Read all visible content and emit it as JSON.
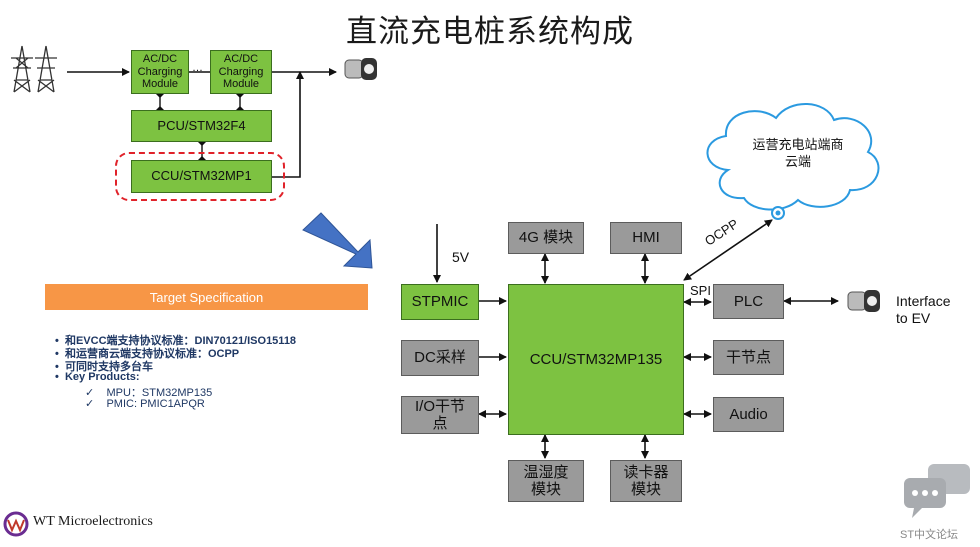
{
  "title": "直流充电桩系统构成",
  "top": {
    "acdc1": "AC/DC Charging Module",
    "acdc2": "AC/DC Charging Module",
    "ellipsis": "…",
    "pcu": "PCU/STM32F4",
    "ccu": "CCU/STM32MP1"
  },
  "target_spec": "Target Specification",
  "bullets": [
    "和EVCC端支持协议标准：DIN70121/ISO15118",
    "和运营商云端支持协议标准：OCPP",
    "可同时支持多台车",
    "Key Products:"
  ],
  "sub_bullets": [
    "MPU：STM32MP135",
    "PMIC: PMIC1APQR"
  ],
  "diagram": {
    "v5": "5V",
    "stpmic": "STPMIC",
    "dc_sample": "DC采样",
    "io": "I/O干节点",
    "m4g": "4G 模块",
    "hmi": "HMI",
    "main": "CCU/STM32MP135",
    "temp": "温湿度模块",
    "card": "读卡器模块",
    "plc": "PLC",
    "dry": "干节点",
    "audio": "Audio",
    "spi": "SPI",
    "ocpp": "OCPP",
    "cloud": "运营充电站端商云端",
    "interface": "Interface to EV"
  },
  "logo": "WT Microelectronics",
  "watermark": "ST中文论坛",
  "colors": {
    "green": "#7DC241",
    "gray": "#9a9a9a",
    "orange": "#F79646",
    "red_dash": "#e0222a",
    "arrow_blue": "#4472C4",
    "bullet_text": "#1F3864"
  }
}
